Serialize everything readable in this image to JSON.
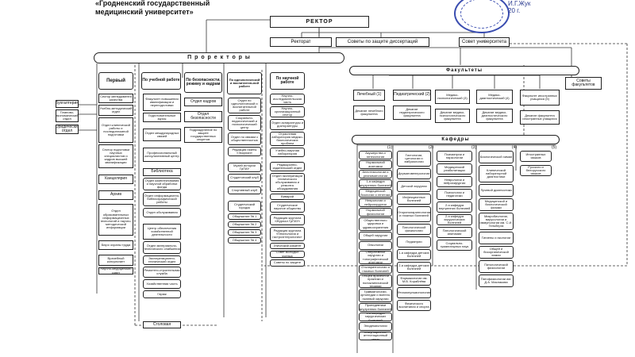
{
  "header": {
    "institution_line1": "«Гродненский государственный",
    "institution_line2": "медицинский университет»",
    "approval_name": "И.Г.Жук",
    "approval_date": "20  г."
  },
  "top": {
    "rector": "РЕКТОР",
    "rectorat": "Ректорат",
    "dissertation_councils": "Советы по защите диссертаций",
    "university_council": "Совет университета",
    "prorectors": "П р о р е к т о р ы",
    "faculties": "Факультеты",
    "faculty_councils": "Советы факультетов",
    "departments": "Кафедры"
  },
  "left": {
    "accounting": "Бухгалтерия",
    "planning": "Планово-экономический отдел",
    "legal": "Юридический отдел"
  },
  "first": {
    "title": "Первый",
    "items": [
      "Сектор менеджмента качества",
      "Учебно-методический отдел",
      "Отдел клинической работы и последипломной подготовки",
      "Сектор подготовки научных специалистов и кадров высшей квалификации",
      "Канцелярия",
      "Архив",
      "Отдел образовательных информационных технологий и научно-методической информации",
      "Бюро охраны труда",
      "Врачебный консультант",
      "Научно-медицинский совет"
    ]
  },
  "study": {
    "title": "По учебной работе",
    "items": [
      "Факультет повышения квалификации и переподготовки",
      "Подготовительные курсы",
      "Отдел международных связей",
      "Профессиональный консультативный центр",
      "Библиотека",
      "Отдел комплектования и научной обработки фонда",
      "Отдел информационно-библиографической работы",
      "Отдел обслуживания",
      "Центр обеспечения хозяйственной деятельности",
      "Отдел материально-технического снабжения",
      "Эксплуатационно-технический отдел",
      "Ремонтно-строительная служба",
      "Хозяйственная часть",
      "Гараж"
    ],
    "canteen": "Столовая"
  },
  "security": {
    "title": "По безопасности, режиму и кадрам",
    "items": [
      "Отдел кадров",
      "Отдел безопасности",
      "Подразделение по защите государственных секретов"
    ]
  },
  "ideology": {
    "title": "По идеологической и воспитательной работе",
    "items": [
      "Отдел по идеологической и воспитательной работе",
      "Социально-педагогический и психологический центр",
      "Отдел по связям с общественностью",
      "Редакция газеты «Эскулап»",
      "Музей истории ГрГМУ",
      "Студенческий клуб",
      "Спортивный клуб",
      "Студенческий городок",
      "Общежитие № 1",
      "Общежитие № 2",
      "Общежитие № 3",
      "Общежитие № 4"
    ]
  },
  "science": {
    "title": "По научной работе",
    "items": [
      "Научно-исследовательская часть",
      "Научно-организационный сектор",
      "Отдел аспирантуры и докторантуры",
      "Отраслевая лаборатория медико-биологических проблем",
      "Учебно-научная лаборатория",
      "Редакционно-издательский отдел",
      "Отдел эксплуатации технического обслуживания и ремонта оборудования",
      "Виварий",
      "Студенческое научное общество",
      "Редакция журнала «Журнал ГрГМУ»",
      "Редакция журнала «Гепатология и гастроэнтерология»",
      "Этический комитет",
      "Совет молодых ученых",
      "Советы по защите"
    ]
  },
  "faculties_list": [
    {
      "title": "Лечебный (1)",
      "dean": "Деканат лечебного факультета"
    },
    {
      "title": "Педиатрический (2)",
      "dean": "Деканат педиатрического факультета"
    },
    {
      "title": "Медико-психологический (3)",
      "dean": "Деканат медико-психологического факультета"
    },
    {
      "title": "Медико-диагностический (4)",
      "dean": "Деканат медико-диагностического факультета"
    },
    {
      "title": "Факультет иностранных учащихся (5)",
      "dean": "Деканат факультета иностранных учащихся"
    }
  ],
  "dept_groups": {
    "labels": [
      "(1)",
      "(2)",
      "(3)",
      "(4)",
      "(5)"
    ],
    "g1": [
      "Акушерства и гинекологии",
      "Нормальной анатомии",
      "Анестезиологии и реаниматологии",
      "1-я кафедра внутренних болезней",
      "Медицинской биологии и генетики",
      "Неврологии и нейрохирургии",
      "Нормальной физиологии",
      "Общественного здоровья и здравоохранения",
      "Общей хирургии",
      "Онкологии",
      "Оперативной хирургии и топографической анатомии",
      "Отоларингологии и глазных болезней",
      "Общей врачебной практики и поликлинической терапии",
      "Травматологии, ортопедии и военно-полевой хирургии",
      "Пропедевтики внутренних болезней",
      "1-я кафедра хирургических болезней",
      "Эпидемиологии",
      "Симуляционно-аттестационный центр"
    ],
    "g2": [
      "Гистологии, цитологии и эмбриологии",
      "Дерматовенерологии",
      "Детской хирургии",
      "Инфекционных болезней",
      "Оториноларингологии и глазных болезней",
      "Патологической физиологии",
      "Педиатрии",
      "1-я кафедра детских болезней",
      "2-я кафедра детских болезней",
      "Фармакологии им. М.В. Кораблёва",
      "Фтизиопульмонологии",
      "Физического воспитания и спорта"
    ],
    "g3": [
      "Психиатрии и наркологии",
      "Медицинской реабилитации",
      "Неврологии и нейрохирургии",
      "Психологии и педагогики",
      "2-я кафедра внутренних болезней",
      "2-я кафедра хирургических болезней",
      "Патологической анатомии",
      "Социально-гуманитарных наук"
    ],
    "g4": [
      "Биологической химии",
      "Клинической лабораторной диагностики",
      "Лучевой диагностики",
      "Медицинской и биологической физики",
      "Микробиологии, вирусологии и иммунологии им. С.И. Гельберга",
      "Гигиены и экологии",
      "Общей и биоорганической химии",
      "Патологической физиологии",
      "Патофизиологии им. Д.А. Маслакова"
    ],
    "g5": [
      "Иностранных языков",
      "Русского и белорусского языков"
    ]
  }
}
